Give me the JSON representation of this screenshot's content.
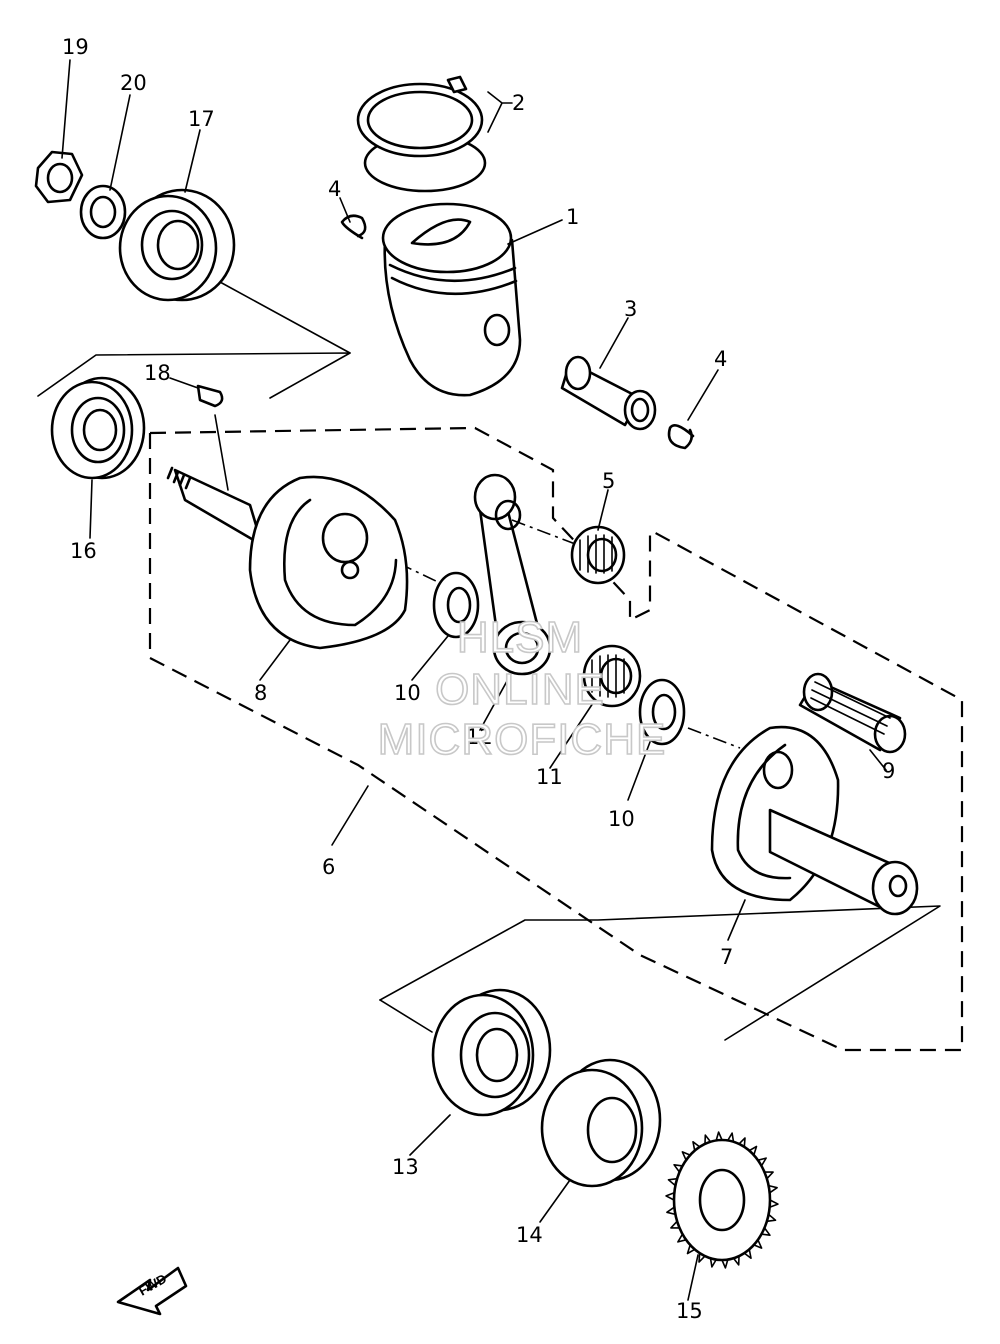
{
  "callouts": [
    "1",
    "2",
    "3",
    "4",
    "4",
    "5",
    "6",
    "7",
    "8",
    "9",
    "10",
    "10",
    "11",
    "12",
    "13",
    "14",
    "15",
    "16",
    "17",
    "18",
    "19",
    "20"
  ],
  "watermark": {
    "line1": "HLSM",
    "line2": "ONLINE",
    "line3": "MICROFICHE"
  },
  "direction_label": "FWD",
  "colors": {
    "ink": "#000000",
    "paper": "#ffffff",
    "watermark": "#c8c8c8"
  }
}
